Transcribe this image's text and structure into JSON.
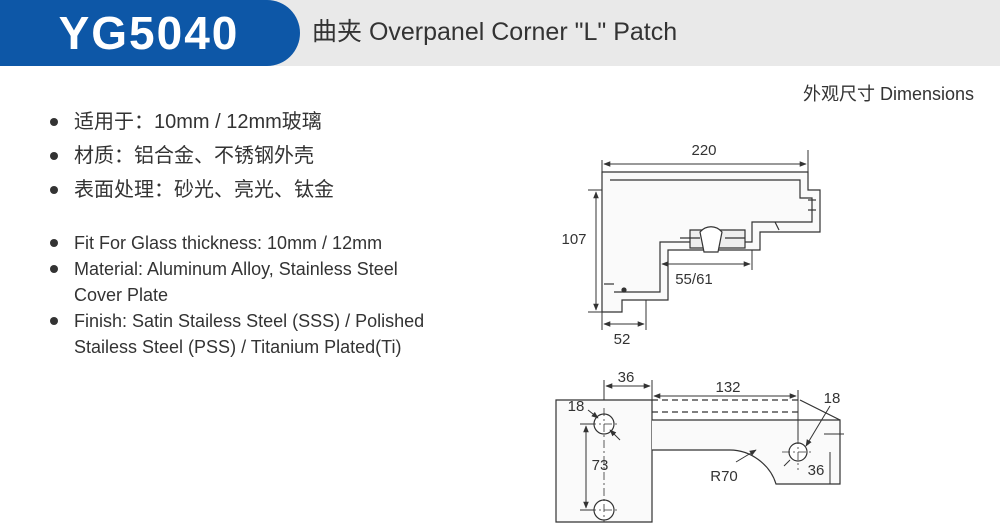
{
  "header": {
    "model_code": "YG5040",
    "title": "曲夹 Overpanel Corner \"L\" Patch"
  },
  "dimensions_label": "外观尺寸 Dimensions",
  "specs_cn": [
    "适用于：10mm / 12mm玻璃",
    "材质：铝合金、不锈钢外壳",
    "表面处理：砂光、亮光、钛金"
  ],
  "specs_en": [
    {
      "line1": "Fit For Glass thickness: 10mm / 12mm",
      "line2": ""
    },
    {
      "line1": "Material: Aluminum Alloy, Stainless Steel",
      "line2": "Cover Plate"
    },
    {
      "line1": "Finish: Satin Stailess Steel (SSS) / Polished",
      "line2": "Stailess Steel (PSS) / Titanium Plated(Ti)"
    }
  ],
  "drawing": {
    "front": {
      "width": "220",
      "height": "107",
      "offset": "55/61",
      "base": "52"
    },
    "plan": {
      "top_left": "36",
      "top_right": "132",
      "hole_left": "18",
      "hole_right": "18",
      "hole_spacing": "73",
      "radius": "R70",
      "right_height": "36"
    }
  },
  "colors": {
    "brand_blue": "#0d57a7",
    "header_gray": "#e9e9e9",
    "text": "#333333"
  }
}
